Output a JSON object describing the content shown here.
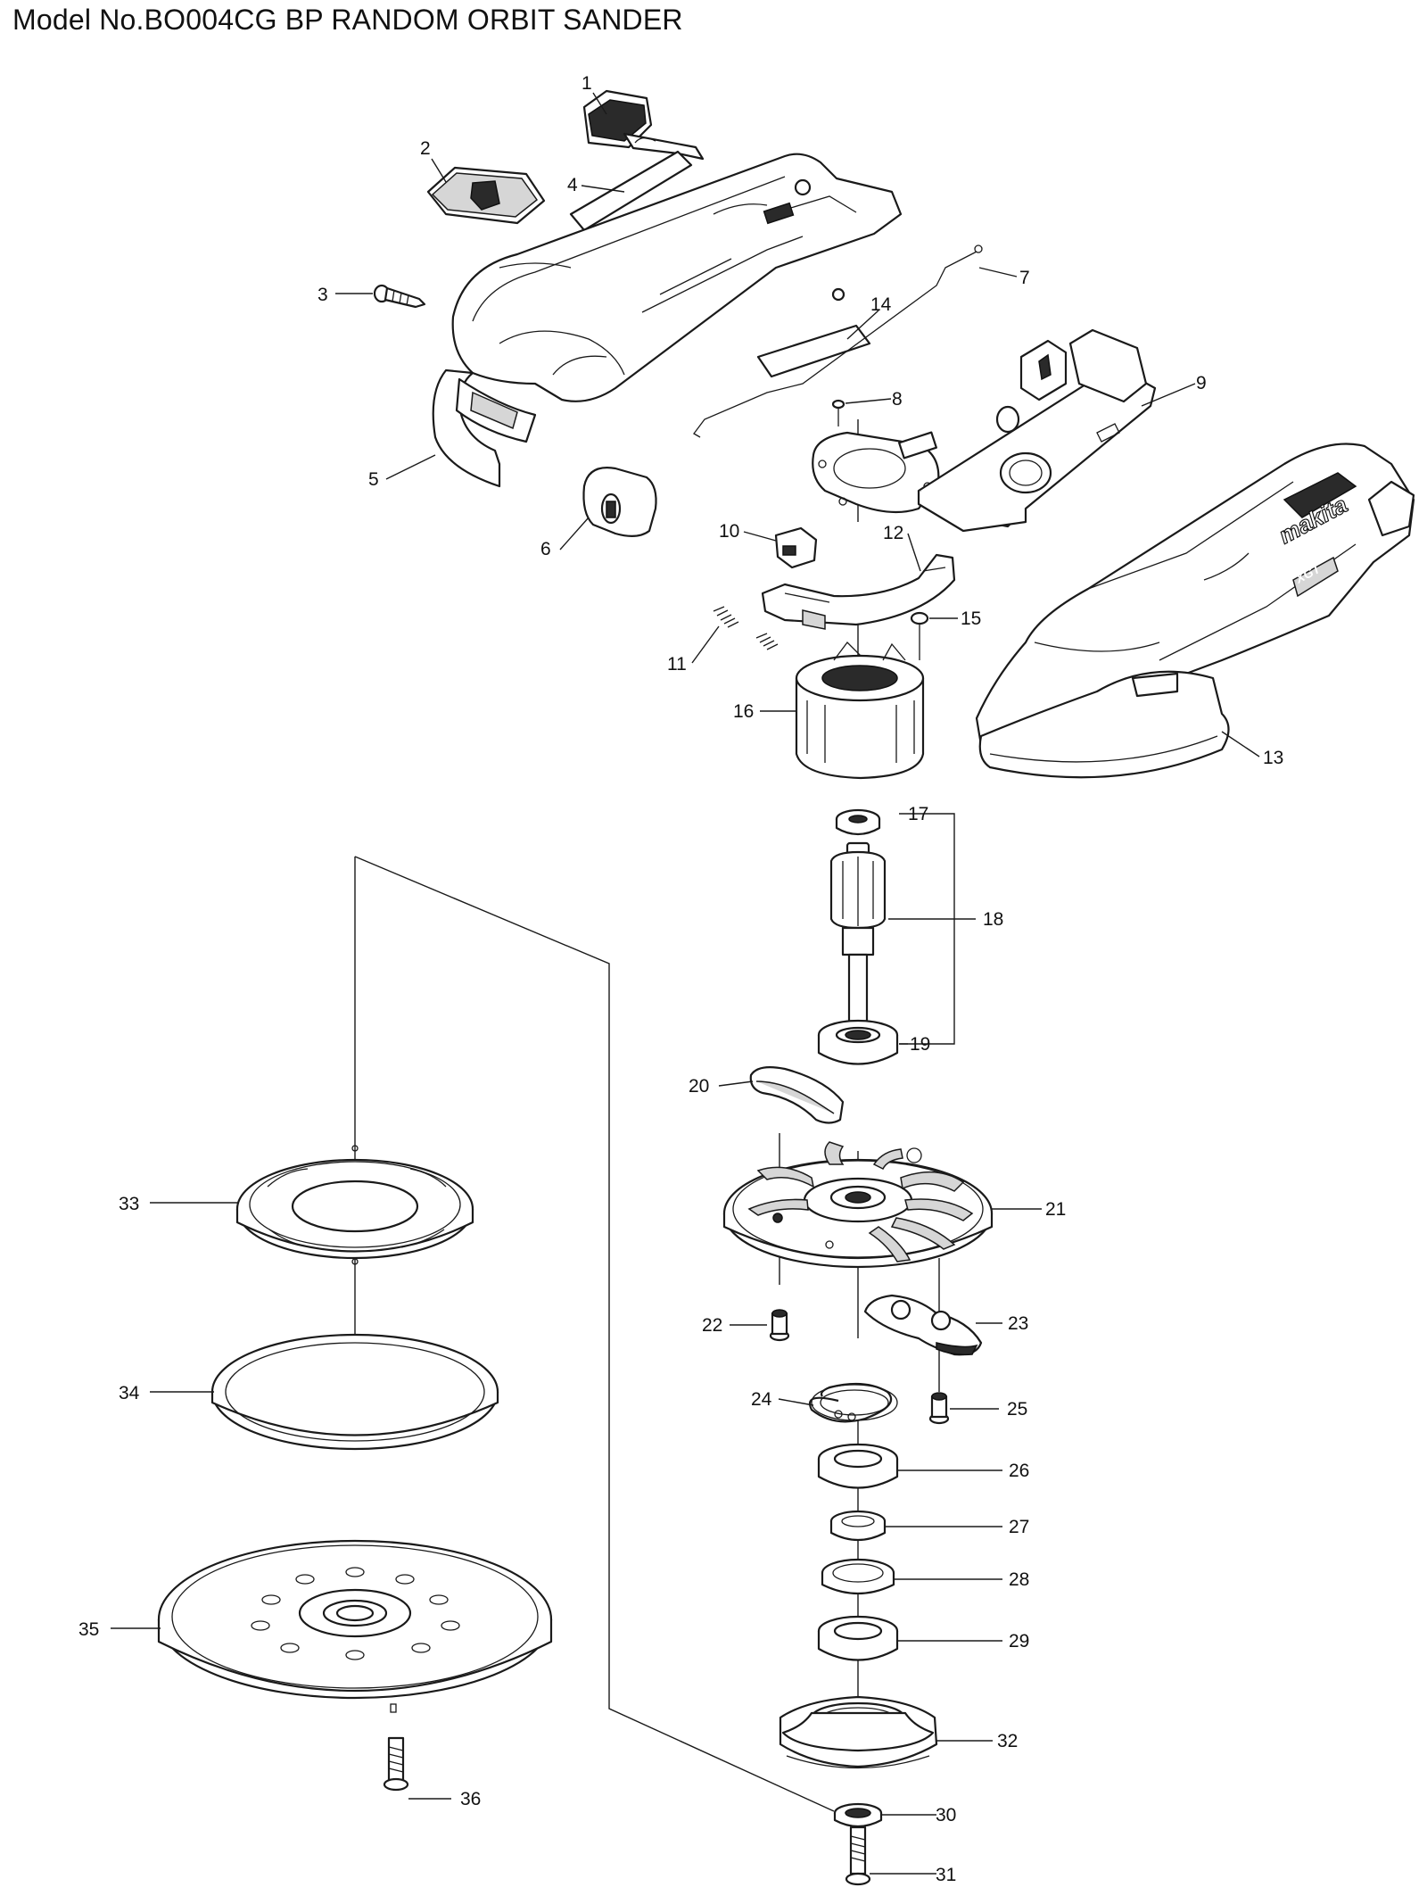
{
  "title": "Model No.BO004CG BP RANDOM ORBIT SANDER",
  "labels": [
    "1",
    "2",
    "3",
    "4",
    "5",
    "6",
    "7",
    "8",
    "9",
    "10",
    "11",
    "12",
    "13",
    "14",
    "15",
    "16",
    "17",
    "18",
    "19",
    "20",
    "21",
    "22",
    "23",
    "24",
    "25",
    "26",
    "27",
    "28",
    "29",
    "30",
    "31",
    "32",
    "33",
    "34",
    "35",
    "36"
  ],
  "brand_mark": "makita",
  "badge_mark": "XGT"
}
